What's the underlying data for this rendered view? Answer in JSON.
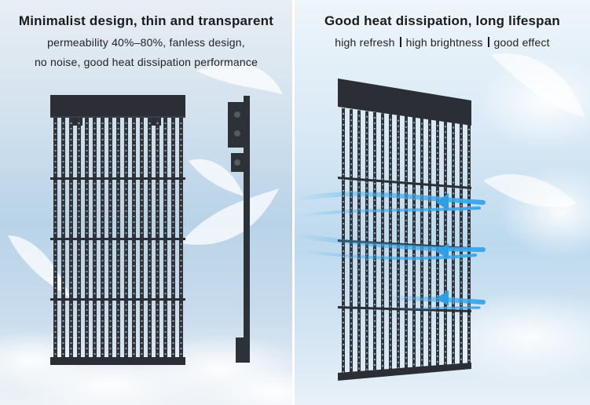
{
  "left": {
    "title": "Minimalist design, thin and transparent",
    "subtitle_line1": "permeability 40%–80%, fanless design,",
    "subtitle_line2": "no noise, good heat dissipation performance"
  },
  "right": {
    "title": "Good heat dissipation, long lifespan",
    "features": [
      "high refresh",
      "high brightness",
      "good effect"
    ]
  },
  "icons": {
    "front_panel": "led-mesh-panel-front-image",
    "side_panel": "led-mesh-panel-side-image",
    "angled_panel": "led-mesh-panel-angled-image",
    "airflow": "airflow-arrows-icon"
  },
  "colors": {
    "panel_frame": "#2b2f35",
    "airflow": "#3aa8ea",
    "sky": "#b8d3e8"
  }
}
